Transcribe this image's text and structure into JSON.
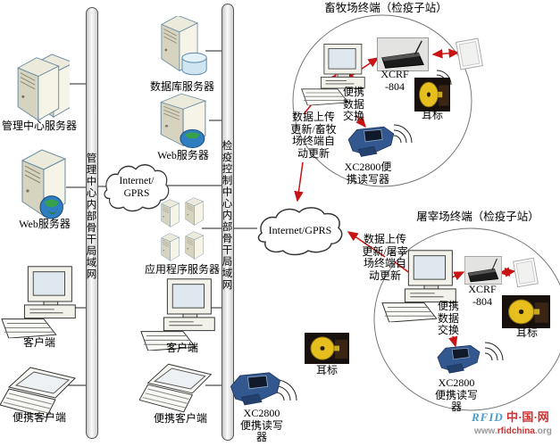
{
  "buses": {
    "left": "管理中心内部骨干局域网",
    "right": "检疫控制中心内部骨干局域网"
  },
  "clouds": {
    "left": "Internet/\nGPRS",
    "middle": "Internet/GPRS"
  },
  "nodes": {
    "mgmt_server": "管理中心服务器",
    "web_server_left": "Web服务器",
    "client_left": "客户端",
    "laptop_left": "便携客户端",
    "db_server": "数据库服务器",
    "web_server_mid": "Web服务器",
    "app_server": "应用程序服务器",
    "client_mid": "客户端",
    "laptop_mid": "便携客户端",
    "handheld_mid": "XC2800\n便携读写\n器",
    "eartag_mid": "耳标"
  },
  "farm": {
    "title": "畜牧场终端（检疫子站）",
    "upload_note": "数据上传\n更新/畜牧\n场终端自\n动更新",
    "exchange_note": "便携\n数据\n交换",
    "reader_label": "XCRF\n-804",
    "handheld_label": "XC2800便\n携读写器",
    "eartag_label": "耳标"
  },
  "slaughter": {
    "title": "屠宰场终端（检疫子站）",
    "upload_note": "数据上传\n更新/屠宰\n场终端自\n动更新",
    "exchange_note": "便携\n数据\n交换",
    "reader_label": "XCRF\n-804",
    "handheld_label": "XC2800\n便携读写\n器",
    "eartag_label": "耳标"
  },
  "watermark": {
    "brand": "RFID",
    "brand_suffix": "中·国·网",
    "url_prefix": "www.",
    "url_mid": "rfidchina",
    "url_suffix": ".org"
  },
  "colors": {
    "arrow_red": "#c81414",
    "line_black": "#222222",
    "server_outline": "#6b8ba4",
    "handheld_blue": "#33588f",
    "eartag_yellow": "#e6bf1e"
  }
}
